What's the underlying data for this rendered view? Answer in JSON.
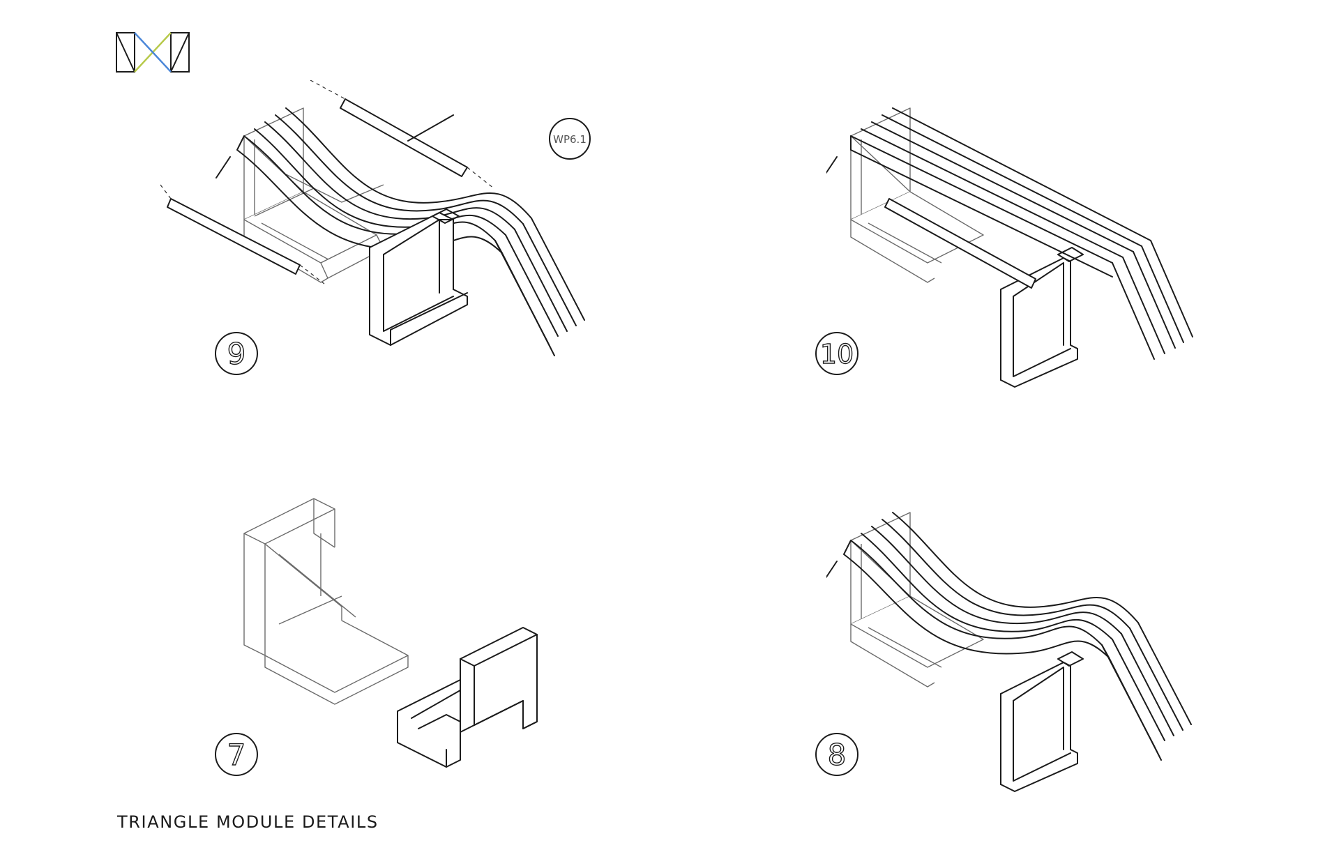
{
  "sheet": {
    "caption": "TRIANGLE MODULE DETAILS",
    "colors": {
      "logo_green": "#b7c94a",
      "logo_blue": "#4a86d8",
      "line": "#1b1b1b"
    }
  },
  "steps": [
    {
      "id": "9",
      "label": "9",
      "callout": "WP6.1"
    },
    {
      "id": "10",
      "label": "10"
    },
    {
      "id": "7",
      "label": "7"
    },
    {
      "id": "8",
      "label": "8"
    }
  ]
}
